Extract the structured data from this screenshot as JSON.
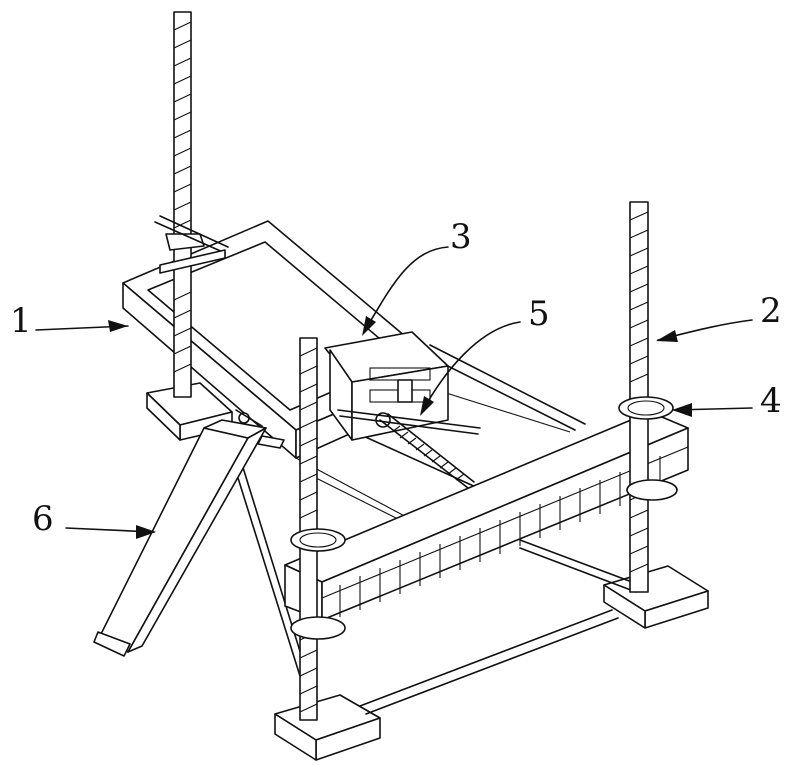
{
  "labels": {
    "label_1": "1",
    "label_2": "2",
    "label_3": "3",
    "label_4": "4",
    "label_5": "5",
    "label_6": "6"
  },
  "colors": {
    "line": "#111111",
    "background": "#ffffff"
  }
}
